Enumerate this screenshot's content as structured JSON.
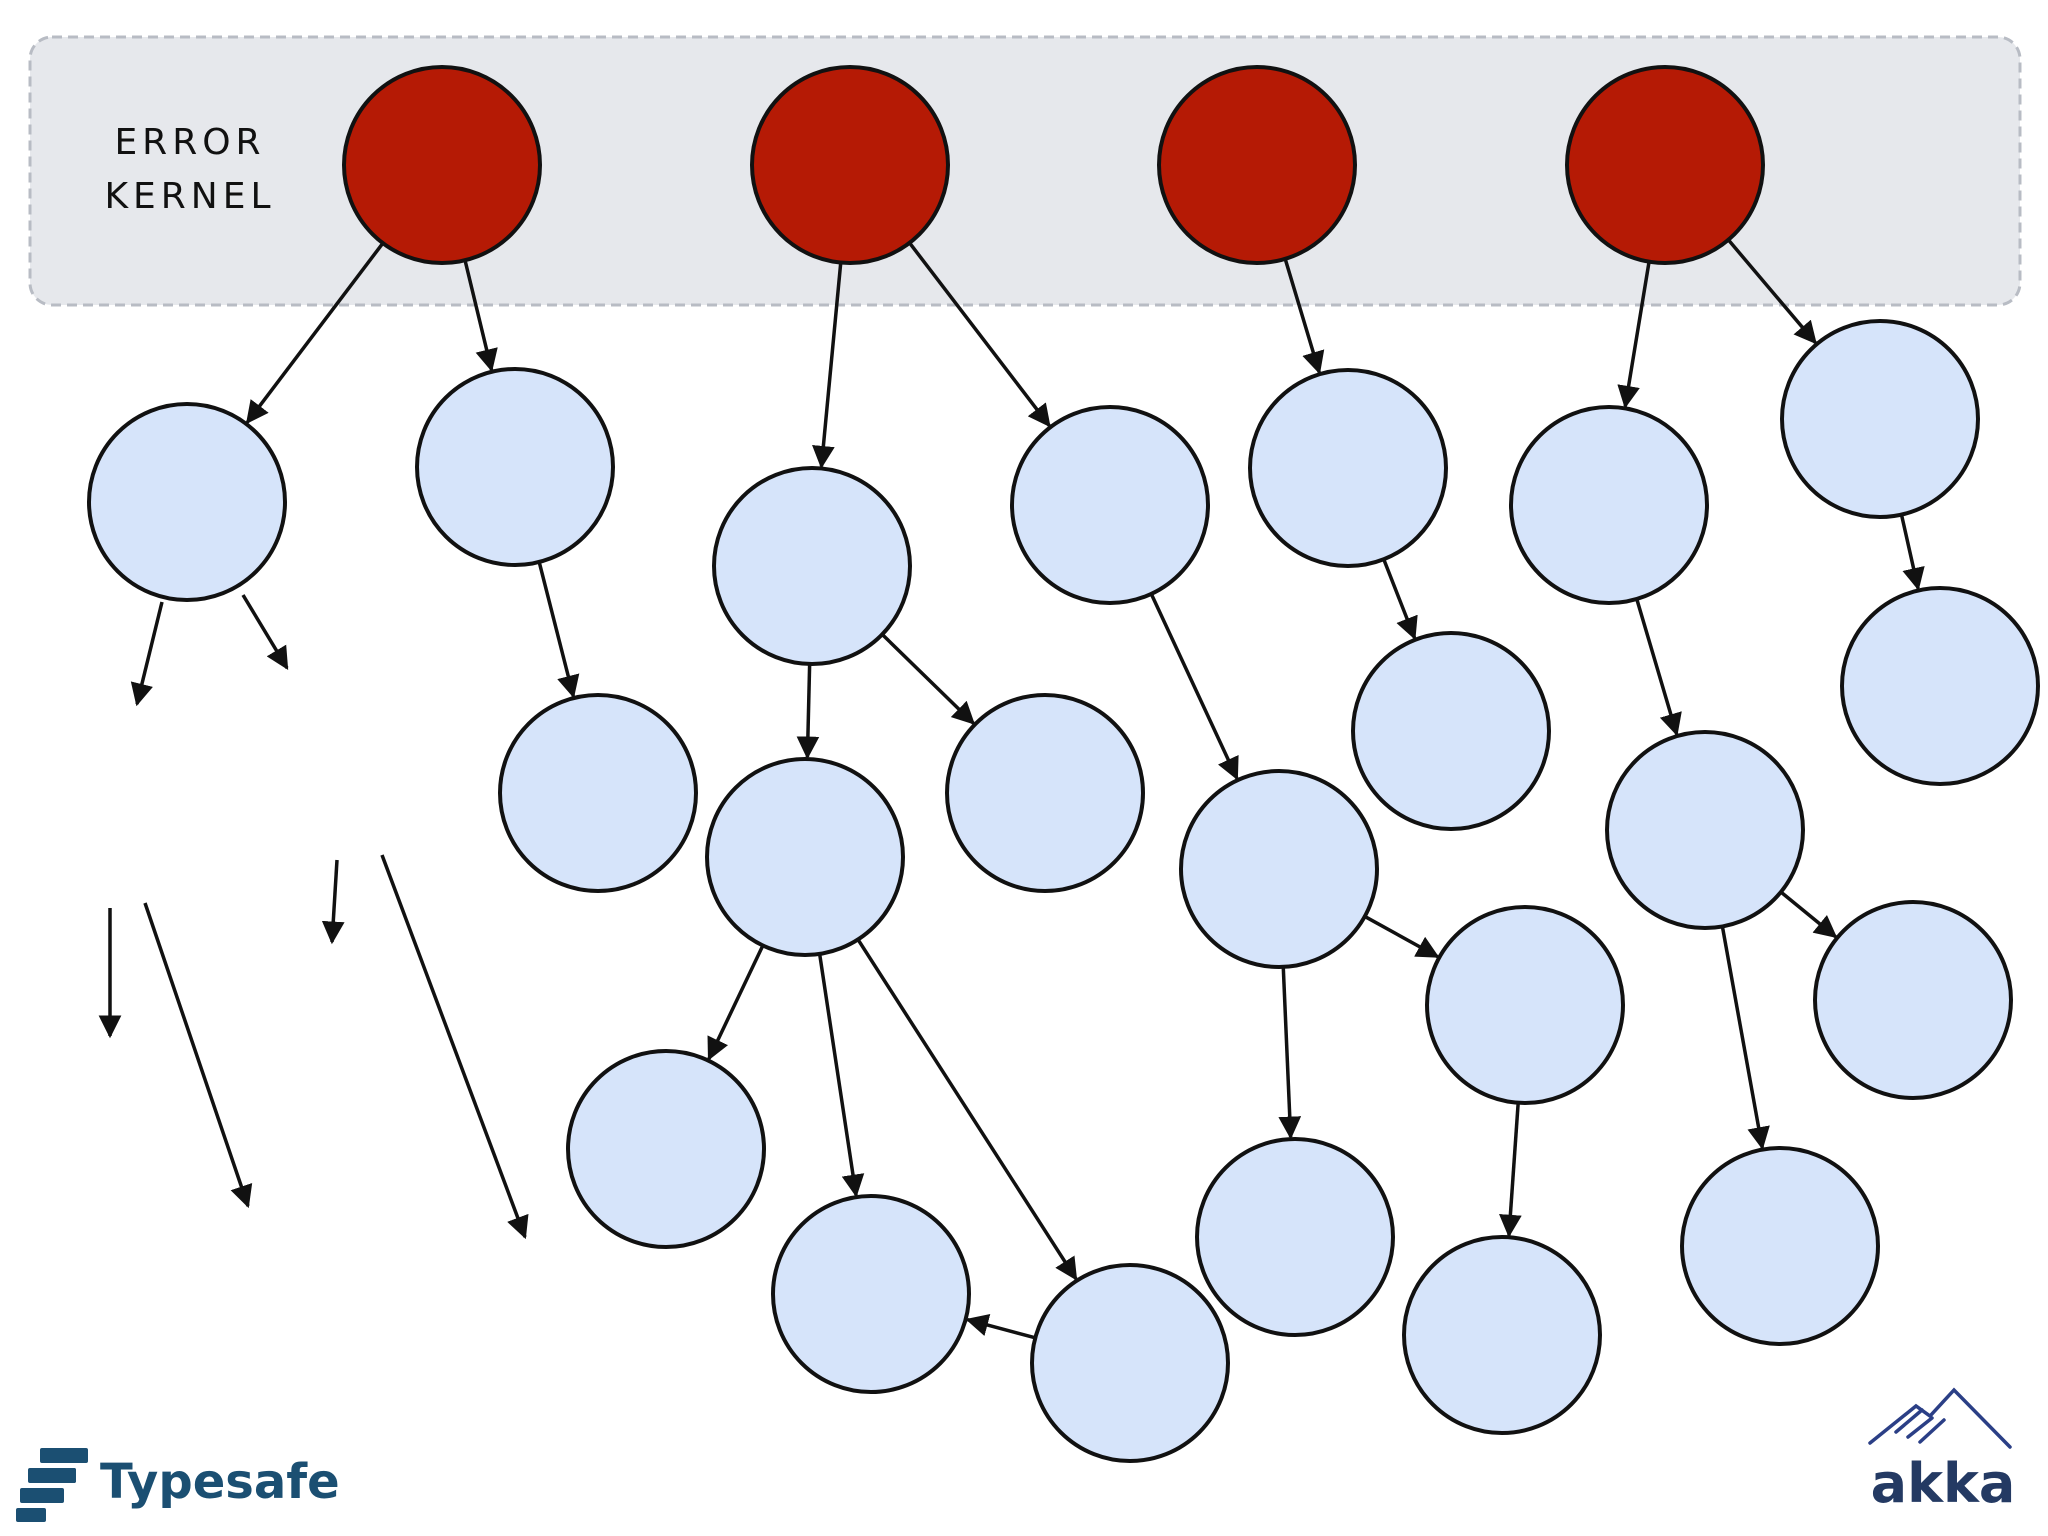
{
  "kernel": {
    "label_line1": "ERROR",
    "label_line2": "KERNEL"
  },
  "colors": {
    "kernel_box_fill": "#e6e8ec",
    "kernel_box_stroke": "#b8bcc4",
    "supervisor_fill": "#b51a05",
    "worker_fill": "#d6e4fa",
    "node_stroke": "#111111",
    "arrow": "#111111",
    "typesafe_brand": "#1b4f72",
    "akka_text": "#243a63",
    "akka_mountain": "#2b3f86"
  },
  "branding": {
    "company": "Typesafe",
    "product": "akka"
  }
}
